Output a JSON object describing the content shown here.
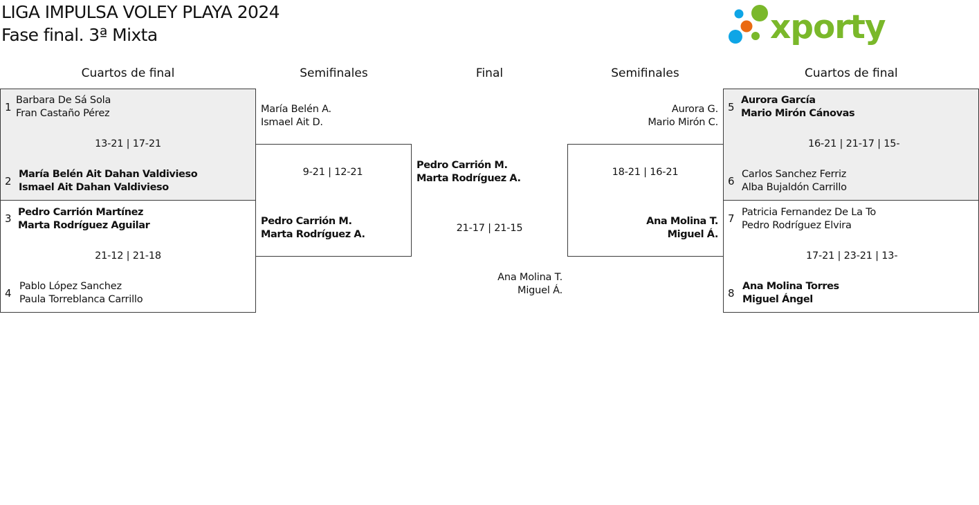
{
  "header": {
    "title": "LIGA IMPULSA VOLEY PLAYA 2024",
    "subtitle": "Fase final. 3ª Mixta",
    "logo_text": "xporty",
    "logo_colors": {
      "blue": "#0ea5e6",
      "orange": "#ea6a12",
      "green": "#7ab82a"
    }
  },
  "columns": {
    "left_quarters": "Cuartos de final",
    "left_semis": "Semifinales",
    "final": "Final",
    "right_semis": "Semifinales",
    "right_quarters": "Cuartos de final"
  },
  "quarters_left": [
    {
      "top": {
        "seed": "1",
        "line1": "Barbara De Sá Sola",
        "line2": "Fran Castaño Pérez",
        "winner": false
      },
      "score": "13-21 | 17-21",
      "bottom": {
        "seed": "2",
        "line1": "María Belén Ait Dahan Valdivieso",
        "line2": "Ismael Ait Dahan Valdivieso",
        "winner": true
      },
      "shaded": true
    },
    {
      "top": {
        "seed": "3",
        "line1": "Pedro Carrión Martínez",
        "line2": "Marta Rodríguez Aguilar",
        "winner": true
      },
      "score": "21-12 | 21-18",
      "bottom": {
        "seed": "4",
        "line1": "Pablo López Sanchez",
        "line2": "Paula Torreblanca Carrillo",
        "winner": false
      },
      "shaded": false
    }
  ],
  "quarters_right": [
    {
      "top": {
        "seed": "5",
        "line1": "Aurora García",
        "line2": "Mario Mirón Cánovas",
        "winner": true
      },
      "score": "16-21 | 21-17 | 15-",
      "bottom": {
        "seed": "6",
        "line1": "Carlos Sanchez Ferriz",
        "line2": "Alba Bujaldón Carrillo",
        "winner": false
      },
      "shaded": true
    },
    {
      "top": {
        "seed": "7",
        "line1": "Patricia Fernandez De La To",
        "line2": "Pedro Rodríguez Elvira",
        "winner": false
      },
      "score": "17-21 | 23-21 | 13-",
      "bottom": {
        "seed": "8",
        "line1": "Ana Molina Torres",
        "line2": "Miguel Ángel",
        "winner": true
      },
      "shaded": false
    }
  ],
  "semi_left": {
    "top": {
      "line1": "María Belén A.",
      "line2": "Ismael Ait D.",
      "winner": false
    },
    "score": "9-21 | 12-21",
    "bottom": {
      "line1": "Pedro Carrión M.",
      "line2": "Marta Rodríguez A.",
      "winner": true
    }
  },
  "semi_right": {
    "top": {
      "line1": "Aurora G.",
      "line2": "Mario Mirón C.",
      "winner": false
    },
    "score": "18-21 | 16-21",
    "bottom": {
      "line1": "Ana Molina T.",
      "line2": "Miguel Á.",
      "winner": true
    }
  },
  "final": {
    "top": {
      "line1": "Pedro Carrión M.",
      "line2": "Marta Rodríguez A.",
      "winner": true
    },
    "score": "21-17 | 21-15",
    "bottom": {
      "line1": "Ana Molina T.",
      "line2": "Miguel Á.",
      "winner": false
    }
  }
}
